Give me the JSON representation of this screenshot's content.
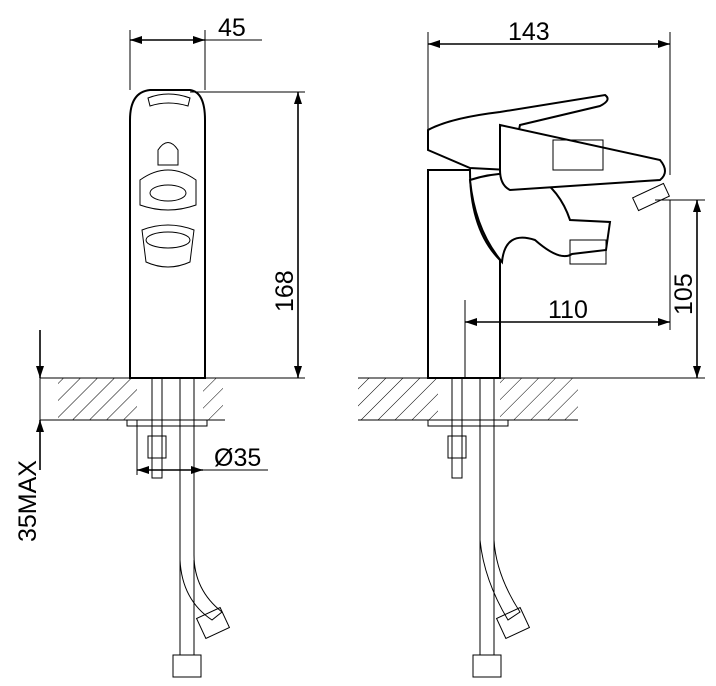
{
  "drawing": {
    "front_view": {
      "width_label": "45",
      "height_label": "168",
      "counter_thickness_label": "35MAX",
      "hole_diameter_label": "Ø35"
    },
    "side_view": {
      "depth_label": "143",
      "spout_reach_label": "110",
      "spout_height_label": "105"
    },
    "colors": {
      "line": "#000000",
      "background": "#ffffff"
    }
  }
}
